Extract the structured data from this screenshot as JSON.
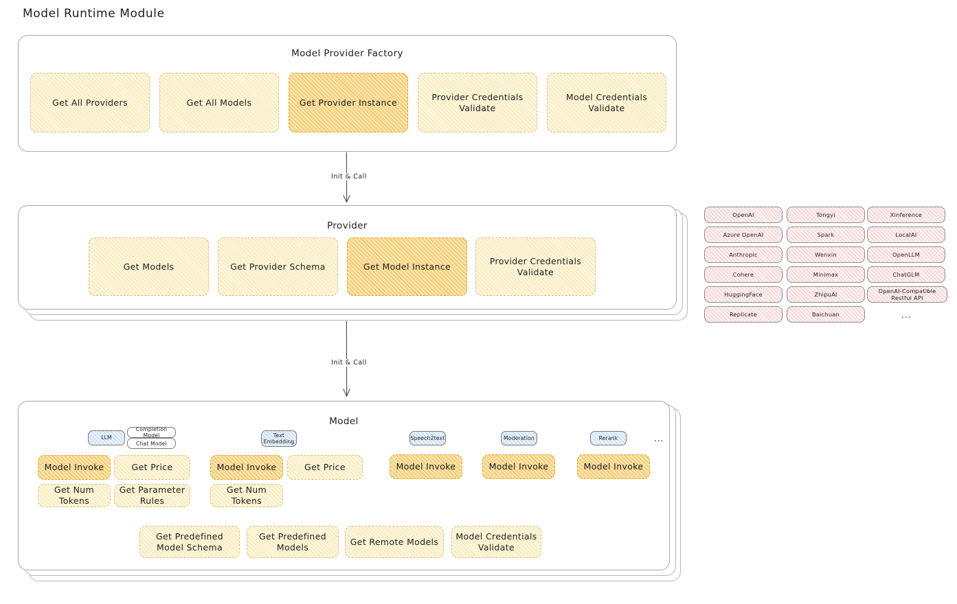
{
  "title": "Model Runtime Module",
  "factory": {
    "title": "Model Provider Factory",
    "items": [
      {
        "label": "Get All Providers",
        "highlight": false
      },
      {
        "label": "Get All Models",
        "highlight": false
      },
      {
        "label": "Get Provider Instance",
        "highlight": true
      },
      {
        "label": "Provider Credentials Validate",
        "highlight": false
      },
      {
        "label": "Model Credentials Validate",
        "highlight": false
      }
    ]
  },
  "arrows": [
    {
      "label": "Init & Call"
    },
    {
      "label": "Init & Call"
    }
  ],
  "provider": {
    "title": "Provider",
    "items": [
      {
        "label": "Get Models",
        "highlight": false
      },
      {
        "label": "Get Provider Schema",
        "highlight": false
      },
      {
        "label": "Get Model Instance",
        "highlight": true
      },
      {
        "label": "Provider Credentials Validate",
        "highlight": false
      }
    ]
  },
  "provider_list": {
    "columns": [
      {
        "items": [
          "OpenAI",
          "Azure OpenAI",
          "Anthropic",
          "Cohere",
          "HuggingFace",
          "Replicate"
        ]
      },
      {
        "items": [
          "Tongyi",
          "Spark",
          "Wenxin",
          "Minimax",
          "ZhipuAI",
          "Baichuan"
        ]
      },
      {
        "items": [
          "Xinference",
          "LocalAI",
          "OpenLLM",
          "ChatGLM",
          "OpenAI-Compatible Restful API"
        ]
      }
    ],
    "more": "..."
  },
  "model": {
    "title": "Model",
    "more": "...",
    "types": [
      {
        "name": "LLM",
        "subtypes": [
          "Completion Model",
          "Chat Model"
        ],
        "methods_row1": [
          {
            "label": "Model Invoke",
            "highlight": true
          },
          {
            "label": "Get Price",
            "highlight": false
          }
        ],
        "methods_row2": [
          {
            "label": "Get Num Tokens",
            "highlight": false
          },
          {
            "label": "Get Parameter Rules",
            "highlight": false
          }
        ]
      },
      {
        "name": "Text Embedding",
        "subtypes": [],
        "methods_row1": [
          {
            "label": "Model Invoke",
            "highlight": true
          },
          {
            "label": "Get Price",
            "highlight": false
          }
        ],
        "methods_row2": [
          {
            "label": "Get Num Tokens",
            "highlight": false
          }
        ]
      },
      {
        "name": "Speech2text",
        "subtypes": [],
        "methods_row1": [
          {
            "label": "Model Invoke",
            "highlight": true
          }
        ],
        "methods_row2": []
      },
      {
        "name": "Moderation",
        "subtypes": [],
        "methods_row1": [
          {
            "label": "Model Invoke",
            "highlight": true
          }
        ],
        "methods_row2": []
      },
      {
        "name": "Rerank",
        "subtypes": [],
        "methods_row1": [
          {
            "label": "Model Invoke",
            "highlight": true
          }
        ],
        "methods_row2": []
      }
    ],
    "common_methods": [
      {
        "label": "Get Predefined Model Schema"
      },
      {
        "label": "Get Predefined Models"
      },
      {
        "label": "Get Remote Models"
      },
      {
        "label": "Model Credentials Validate"
      }
    ]
  },
  "colors": {
    "highlight": "#fbe3a8",
    "soft": "#fdf6dd",
    "provider_chip": "#fdf0f0",
    "model_type_chip": "#e7f1fb",
    "panel_border": "#a8a8a8"
  }
}
